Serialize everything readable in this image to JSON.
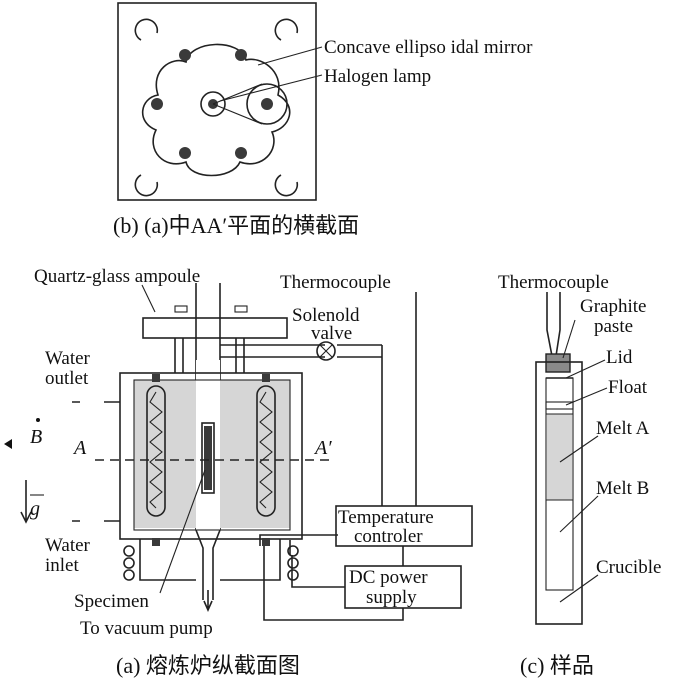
{
  "panel_b": {
    "labels": {
      "mirror": "Concave ellipso idal mirror",
      "lamp": "Halogen lamp"
    },
    "caption": "(b) (a)中AA′平面的横截面"
  },
  "panel_a": {
    "labels": {
      "ampoule": "Quartz-glass ampoule",
      "thermocouple": "Thermocouple",
      "solenoid_line1": "Solenold",
      "solenoid_line2": "valve",
      "water_outlet_line1": "Water",
      "water_outlet_line2": "outlet",
      "water_inlet_line1": "Water",
      "water_inlet_line2": "inlet",
      "field_b": "B",
      "gravity": "g",
      "section_left": "A",
      "section_right": "A′",
      "temp_ctrl_line1": "Temperature",
      "temp_ctrl_line2": "controler",
      "dc_line1": "DC power",
      "dc_line2": "supply",
      "specimen": "Specimen",
      "vacuum": "To vacuum pump"
    },
    "caption": "(a) 熔炼炉纵截面图"
  },
  "panel_c": {
    "labels": {
      "thermocouple": "Thermocouple",
      "graphite_line1": "Graphite",
      "graphite_line2": "paste",
      "lid": "Lid",
      "float": "Float",
      "melt_a": "Melt A",
      "melt_b": "Melt B",
      "crucible": "Crucible"
    },
    "caption": "(c) 样品"
  }
}
